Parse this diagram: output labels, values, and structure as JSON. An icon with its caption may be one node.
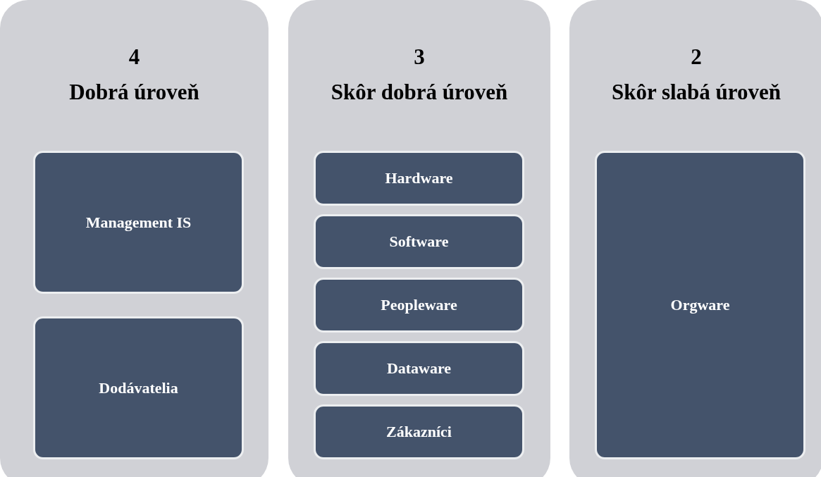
{
  "diagram": {
    "nodes": [
      {
        "text": [
          "4",
          "Dobrá úroveň"
        ]
      },
      {
        "text": [
          "Management IS"
        ],
        "in": 0
      },
      {
        "text": [
          "Dodávatelia"
        ],
        "in": 0
      },
      {
        "text": [
          "3",
          "Skôr dobrá úroveň"
        ]
      },
      {
        "text": [
          "Hardware"
        ],
        "in": 3
      },
      {
        "text": [
          "Software"
        ],
        "in": 3
      },
      {
        "text": [
          "Peopleware"
        ],
        "in": 3
      },
      {
        "text": [
          "Dataware"
        ],
        "in": 3
      },
      {
        "text": [
          "Zákazníci"
        ],
        "in": 3
      },
      {
        "text": [
          "2",
          "Skôr slabá úroveň"
        ]
      },
      {
        "text": [
          "Orgware"
        ],
        "in": 9
      }
    ]
  }
}
